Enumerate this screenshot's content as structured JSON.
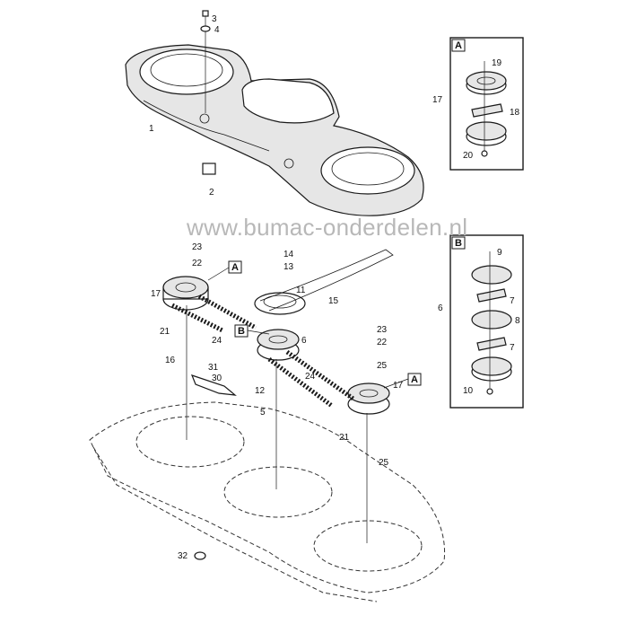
{
  "watermark": "www.bumac-onderdelen.nl",
  "callouts": {
    "c1": "1",
    "c2": "2",
    "c3": "3",
    "c4": "4",
    "c5": "5",
    "c6": "6",
    "c7a": "7",
    "c7b": "7",
    "c8": "8",
    "c9": "9",
    "c10": "10",
    "c11": "11",
    "c12": "12",
    "c13": "13",
    "c14": "14",
    "c15": "15",
    "c16": "16",
    "c17a": "17",
    "c17b": "17",
    "c17c": "17",
    "c18": "18",
    "c19": "19",
    "c20": "20",
    "c21a": "21",
    "c21b": "21",
    "c22a": "22",
    "c22b": "22",
    "c23a": "23",
    "c23b": "23",
    "c24a": "24",
    "c24b": "24",
    "c25a": "25",
    "c25b": "25",
    "c30": "30",
    "c31": "31",
    "c32": "32",
    "c6b": "6"
  },
  "tags": {
    "boxA": "A",
    "boxB": "B",
    "tagA1": "A",
    "tagB1": "B",
    "tagA2": "A"
  }
}
